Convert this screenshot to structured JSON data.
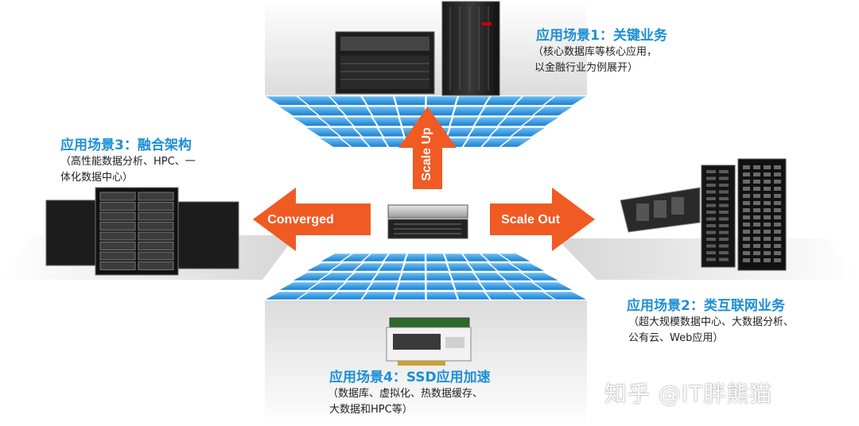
{
  "arrows": {
    "up": "Scale Up",
    "left": "Converged",
    "right": "Scale Out"
  },
  "scenes": {
    "s1": {
      "title": "应用场景1：关键业务",
      "desc_l1": "（核心数据库等核心应用，",
      "desc_l2": "以金融行业为例展开）"
    },
    "s2": {
      "title": "应用场景2：类互联网业务",
      "desc_l1": "（超大规模数据中心、大数据分析、",
      "desc_l2": "公有云、Web应用）"
    },
    "s3": {
      "title": "应用场景3：融合架构",
      "desc_l1": "（高性能数据分析、HPC、一",
      "desc_l2": "体化数据中心）"
    },
    "s4": {
      "title": "应用场景4：SSD应用加速",
      "desc_l1": "（数据库、虚拟化、热数据缓存、",
      "desc_l2": "大数据和HPC等）"
    }
  },
  "watermark": "知乎 @IT胖熊猫",
  "colors": {
    "accent_blue": "#1c8fd6",
    "arrow_orange": "#f05a23",
    "tile_blue": "#2a8fde"
  }
}
